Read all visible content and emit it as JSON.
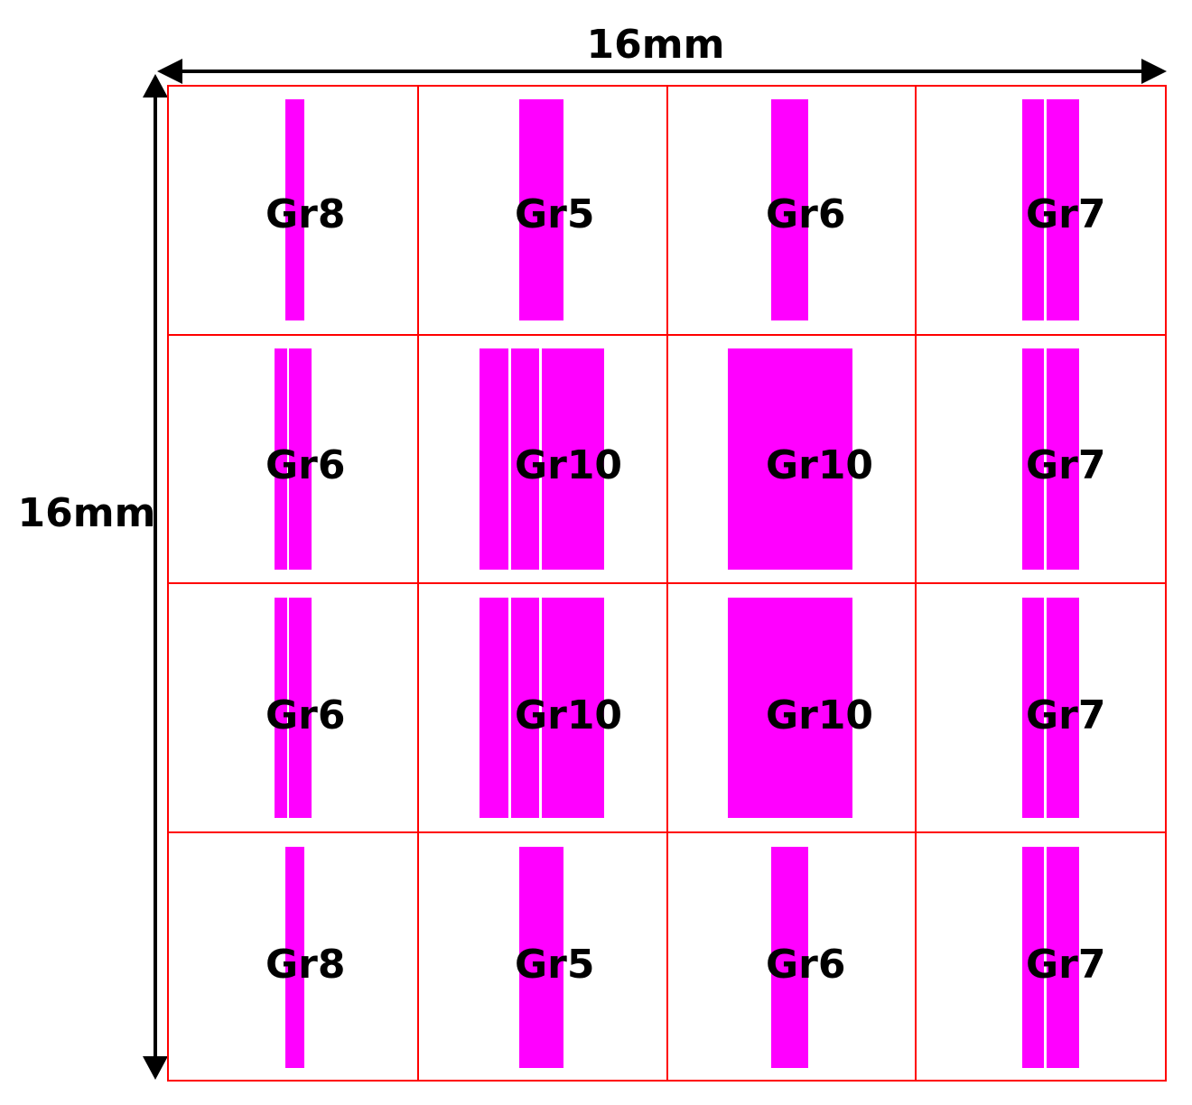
{
  "dimensions": {
    "width_label": "16mm",
    "height_label": "16mm"
  },
  "colors": {
    "grid_line": "#ff0000",
    "strip_fill": "#ff00ff",
    "arrow": "#000000",
    "background": "#ffffff"
  },
  "grid": {
    "rows": 4,
    "cols": 4,
    "cells": [
      [
        {
          "label": "Gr8"
        },
        {
          "label": "Gr5"
        },
        {
          "label": "Gr6"
        },
        {
          "label": "Gr7"
        }
      ],
      [
        {
          "label": "Gr6"
        },
        {
          "label": "Gr10"
        },
        {
          "label": "Gr10"
        },
        {
          "label": "Gr7"
        }
      ],
      [
        {
          "label": "Gr6"
        },
        {
          "label": "Gr10"
        },
        {
          "label": "Gr10"
        },
        {
          "label": "Gr7"
        }
      ],
      [
        {
          "label": "Gr8"
        },
        {
          "label": "Gr5"
        },
        {
          "label": "Gr6"
        },
        {
          "label": "Gr7"
        }
      ]
    ]
  }
}
